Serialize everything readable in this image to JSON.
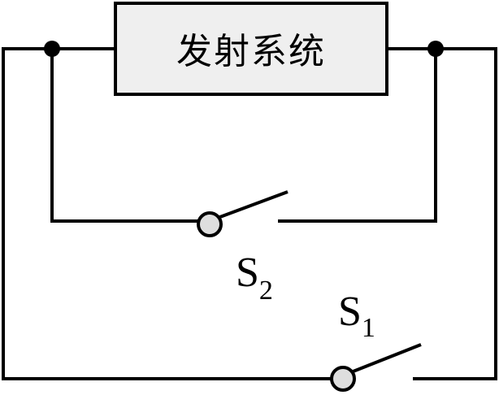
{
  "component": {
    "label": "发射系统"
  },
  "switches": [
    {
      "letter": "S",
      "subscript": "2"
    },
    {
      "letter": "S",
      "subscript": "1"
    }
  ],
  "colors": {
    "wire": "#000000",
    "box_fill": "#efefef",
    "switch_pivot_fill": "#dedede"
  }
}
